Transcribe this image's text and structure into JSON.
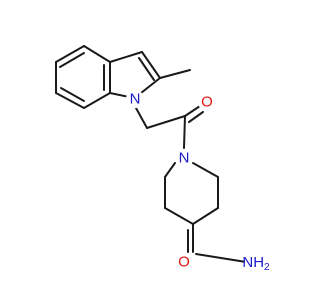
{
  "molecule": {
    "atoms": {
      "indole_n": {
        "symbol": "N",
        "color": "#1a1acc"
      },
      "carbonyl_o": {
        "symbol": "O",
        "color": "#e0140f"
      },
      "pip_n": {
        "symbol": "N",
        "color": "#1a1acc"
      },
      "amide_o": {
        "symbol": "O",
        "color": "#e0140f"
      },
      "amide_n": {
        "symbol": "NH",
        "subscript": "2",
        "color": "#1a1acc"
      }
    },
    "bond_color": "#1a1a1a"
  }
}
